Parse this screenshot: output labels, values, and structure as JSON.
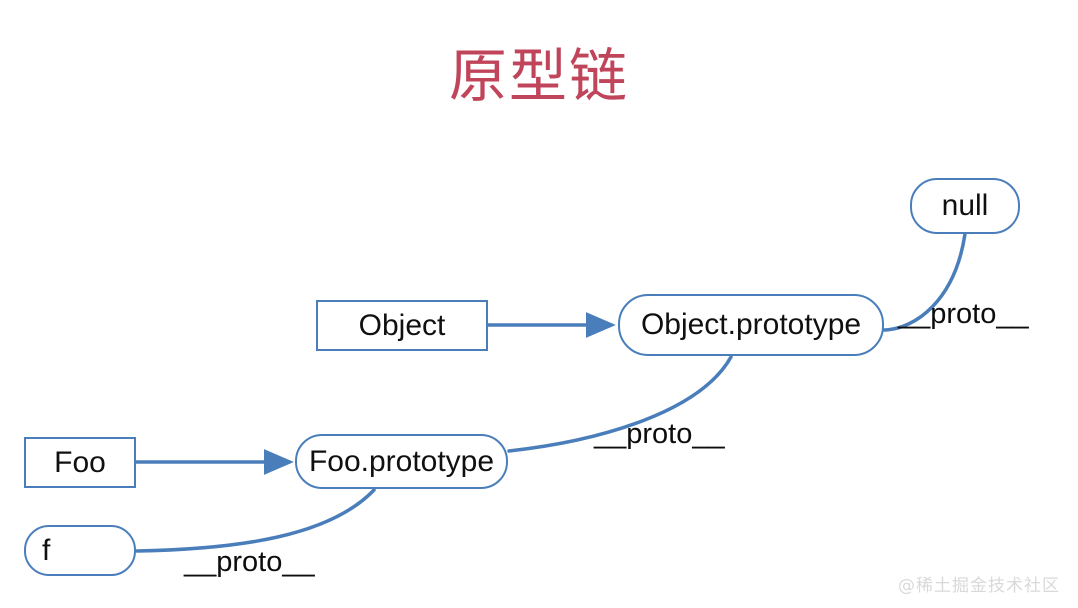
{
  "page": {
    "title": "原型链",
    "title_color": "#c0455a",
    "background": "#ffffff",
    "watermark": "@稀土掘金技术社区",
    "watermark_color": "#d9d9d9",
    "stroke_color": "#4a7ebb"
  },
  "diagram": {
    "type": "prototype-chain",
    "nodes": [
      {
        "id": "object",
        "label": "Object",
        "shape": "rect",
        "align": "center"
      },
      {
        "id": "object_prototype",
        "label": "Object.prototype",
        "shape": "round",
        "align": "center"
      },
      {
        "id": "null",
        "label": "null",
        "shape": "round",
        "align": "center"
      },
      {
        "id": "foo",
        "label": "Foo",
        "shape": "rect",
        "align": "center"
      },
      {
        "id": "foo_prototype",
        "label": "Foo.prototype",
        "shape": "round",
        "align": "center"
      },
      {
        "id": "f",
        "label": "f",
        "shape": "round",
        "align": "left"
      }
    ],
    "edges": [
      {
        "from": "object",
        "to": "object_prototype",
        "style": "arrow",
        "label": ""
      },
      {
        "from": "foo",
        "to": "foo_prototype",
        "style": "arrow",
        "label": ""
      },
      {
        "from": "object_prototype",
        "to": "null",
        "style": "curve",
        "label": "__proto__"
      },
      {
        "from": "foo_prototype",
        "to": "object_prototype",
        "style": "curve",
        "label": "__proto__"
      },
      {
        "from": "f",
        "to": "foo_prototype",
        "style": "curve",
        "label": "__proto__"
      }
    ],
    "labels": {
      "proto_null": "__proto__",
      "proto_mid": "__proto__",
      "proto_f": "__proto__"
    }
  }
}
